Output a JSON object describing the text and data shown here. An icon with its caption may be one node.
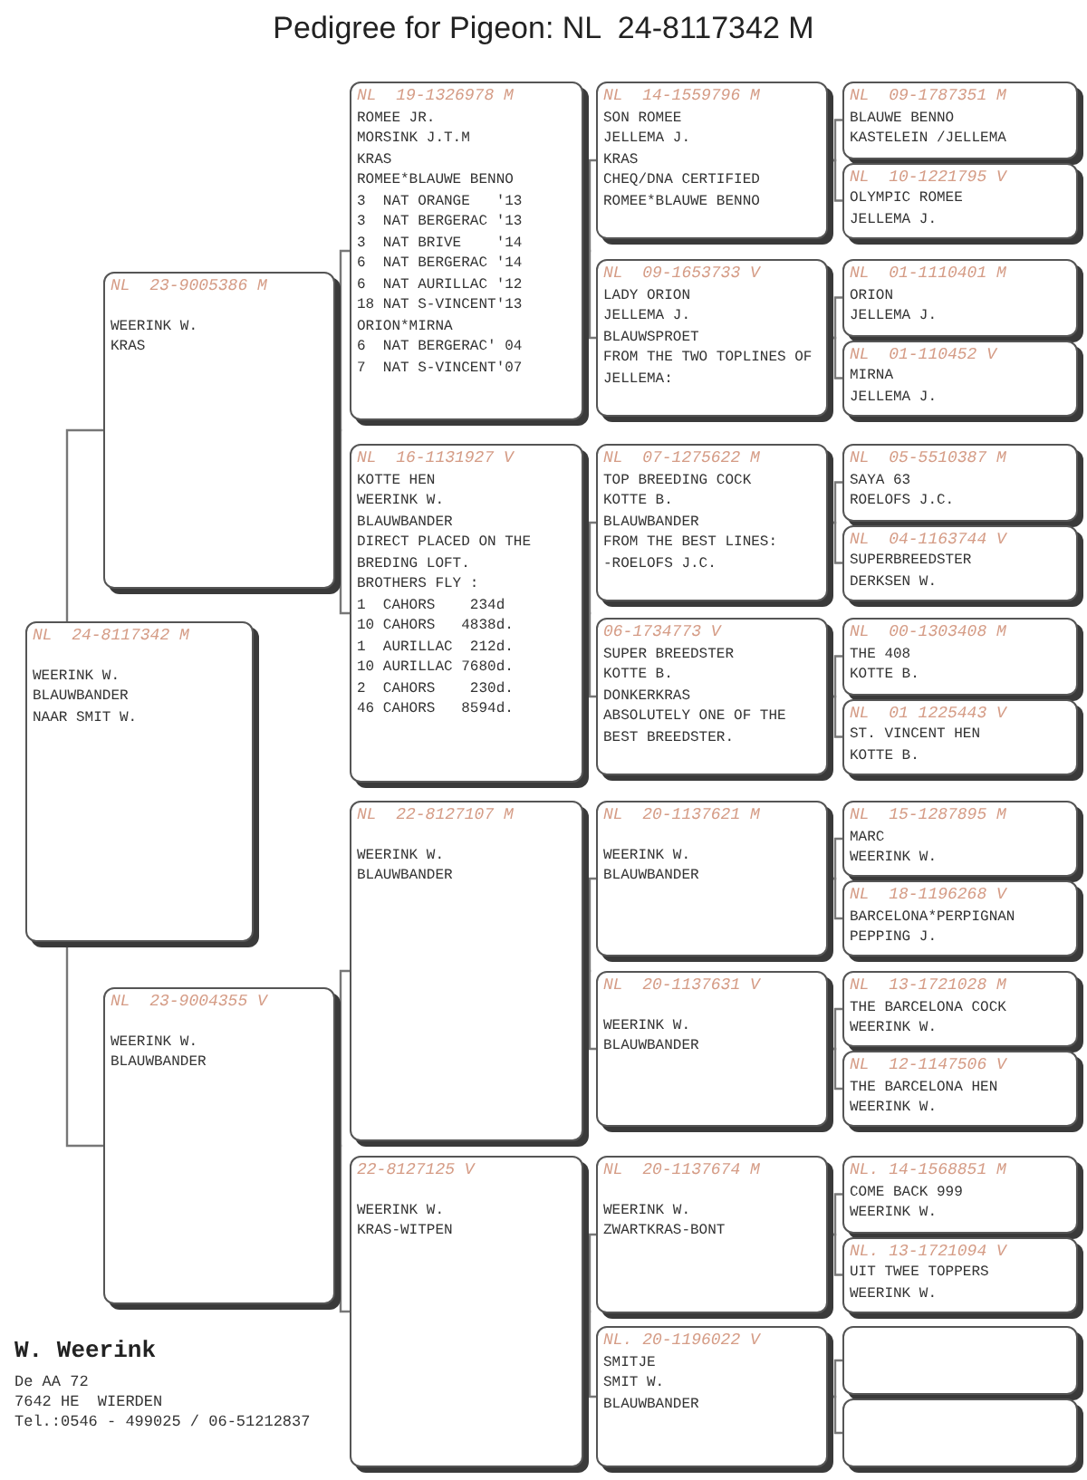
{
  "diagram": {
    "title": "Pedigree for Pigeon: NL  24-8117342 M",
    "nodes": [
      {
        "text": [
          "NL  24-8117342 M",
          "WEERINK W.",
          "BLAUWBANDER",
          "NAAR SMIT W."
        ]
      },
      {
        "text": [
          "NL  23-9005386 M",
          "WEERINK W.",
          "KRAS"
        ]
      },
      {
        "text": [
          "NL  23-9004355 V",
          "WEERINK W.",
          "BLAUWBANDER"
        ]
      },
      {
        "text": [
          "NL  19-1326978 M",
          "ROMEE JR.",
          "MORSINK J.T.M",
          "KRAS",
          "ROMEE*BLAUWE BENNO",
          "3  NAT ORANGE   '13",
          "3  NAT BERGERAC '13",
          "3  NAT BRIVE    '14",
          "6  NAT BERGERAC '14",
          "6  NAT AURILLAC '12",
          "18 NAT S-VINCENT'13",
          "ORION*MIRNA",
          "6  NAT BERGERAC' 04",
          "7  NAT S-VINCENT'07"
        ]
      },
      {
        "text": [
          "NL  16-1131927 V",
          "KOTTE HEN",
          "WEERINK W.",
          "BLAUWBANDER",
          "DIRECT PLACED ON THE BREDING LOFT.",
          "BROTHERS FLY :",
          "1  CAHORS    234d",
          "10 CAHORS   4838d.",
          "1  AURILLAC  212d.",
          "10 AURILLAC 7680d.",
          "2  CAHORS    230d.",
          "46 CAHORS   8594d."
        ]
      },
      {
        "text": [
          "NL  22-8127107 M",
          "WEERINK W.",
          "BLAUWBANDER"
        ]
      },
      {
        "text": [
          "22-8127125 V",
          "WEERINK W.",
          "KRAS-WITPEN"
        ]
      },
      {
        "text": [
          "NL  14-1559796 M",
          "SON ROMEE",
          "JELLEMA J.",
          "KRAS",
          "CHEQ/DNA CERTIFIED",
          "ROMEE*BLAUWE BENNO"
        ]
      },
      {
        "text": [
          "NL  09-1653733 V",
          "LADY ORION",
          "JELLEMA J.",
          "BLAUWSPROET",
          "FROM THE TWO TOPLINES OF JELLEMA:"
        ]
      },
      {
        "text": [
          "NL  07-1275622 M",
          "TOP BREEDING COCK",
          "KOTTE B.",
          "BLAUWBANDER",
          "FROM THE BEST LINES:",
          "-ROELOFS J.C."
        ]
      },
      {
        "text": [
          "06-1734773 V",
          "SUPER BREEDSTER",
          "KOTTE B.",
          "DONKERKRAS",
          "ABSOLUTELY ONE OF THE BEST BREEDSTER."
        ]
      },
      {
        "text": [
          "NL  20-1137621 M",
          "WEERINK W.",
          "BLAUWBANDER"
        ]
      },
      {
        "text": [
          "NL  20-1137631 V",
          "WEERINK W.",
          "BLAUWBANDER"
        ]
      },
      {
        "text": [
          "NL  20-1137674 M",
          "WEERINK W.",
          "ZWARTKRAS-BONT"
        ]
      },
      {
        "text": [
          "NL. 20-1196022 V",
          "SMITJE",
          "SMIT W.",
          "BLAUWBANDER"
        ]
      },
      {
        "text": [
          "NL  09-1787351 M",
          "BLAUWE BENNO",
          "KASTELEIN /JELLEMA"
        ]
      },
      {
        "text": [
          "NL  10-1221795 V",
          "OLYMPIC ROMEE",
          "JELLEMA J."
        ]
      },
      {
        "text": [
          "NL  01-1110401 M",
          "ORION",
          "JELLEMA J."
        ]
      },
      {
        "text": [
          "NL  01-110452 V",
          "MIRNA",
          "JELLEMA J."
        ]
      },
      {
        "text": [
          "NL  05-5510387 M",
          "SAYA 63",
          "ROELOFS J.C."
        ]
      },
      {
        "text": [
          "NL  04-1163744 V",
          "SUPERBREEDSTER",
          "DERKSEN W."
        ]
      },
      {
        "text": [
          "NL  00-1303408 M",
          "THE 408",
          "KOTTE B."
        ]
      },
      {
        "text": [
          "NL  01 1225443 V",
          "ST. VINCENT HEN",
          "KOTTE B."
        ]
      },
      {
        "text": [
          "NL  15-1287895 M",
          "MARC",
          "WEERINK W."
        ]
      },
      {
        "text": [
          "NL  18-1196268 V",
          "BARCELONA*PERPIGNAN",
          "PEPPING J."
        ]
      },
      {
        "text": [
          "NL  13-1721028 M",
          "THE BARCELONA COCK",
          "WEERINK W."
        ]
      },
      {
        "text": [
          "NL  12-1147506 V",
          "THE BARCELONA HEN",
          "WEERINK W."
        ]
      },
      {
        "text": [
          "NL. 14-1568851 M",
          "COME BACK 999",
          "WEERINK W."
        ]
      },
      {
        "text": [
          "NL. 13-1721094 V",
          "UIT TWEE TOPPERS",
          "WEERINK W."
        ]
      },
      {
        "text": [],
        "shape": "box"
      },
      {
        "text": [],
        "shape": "box"
      }
    ],
    "edges": [
      {
        "from": 0,
        "to": 1,
        "arrow": "none"
      },
      {
        "from": 0,
        "to": 2,
        "arrow": "none"
      },
      {
        "from": 1,
        "to": 3,
        "arrow": "none"
      },
      {
        "from": 1,
        "to": 4,
        "arrow": "none"
      },
      {
        "from": 2,
        "to": 5,
        "arrow": "none"
      },
      {
        "from": 2,
        "to": 6,
        "arrow": "none"
      },
      {
        "from": 3,
        "to": 7,
        "arrow": "none"
      },
      {
        "from": 3,
        "to": 8,
        "arrow": "none"
      },
      {
        "from": 4,
        "to": 9,
        "arrow": "none"
      },
      {
        "from": 4,
        "to": 10,
        "arrow": "none"
      },
      {
        "from": 5,
        "to": 11,
        "arrow": "none"
      },
      {
        "from": 5,
        "to": 12,
        "arrow": "none"
      },
      {
        "from": 6,
        "to": 13,
        "arrow": "none"
      },
      {
        "from": 6,
        "to": 14,
        "arrow": "none"
      },
      {
        "from": 7,
        "to": 15,
        "arrow": "none"
      },
      {
        "from": 7,
        "to": 16,
        "arrow": "none"
      },
      {
        "from": 8,
        "to": 17,
        "arrow": "none"
      },
      {
        "from": 8,
        "to": 18,
        "arrow": "none"
      },
      {
        "from": 9,
        "to": 19,
        "arrow": "none"
      },
      {
        "from": 9,
        "to": 20,
        "arrow": "none"
      },
      {
        "from": 10,
        "to": 21,
        "arrow": "none"
      },
      {
        "from": 10,
        "to": 22,
        "arrow": "none"
      },
      {
        "from": 11,
        "to": 23,
        "arrow": "none"
      },
      {
        "from": 11,
        "to": 24,
        "arrow": "none"
      },
      {
        "from": 12,
        "to": 25,
        "arrow": "none"
      },
      {
        "from": 12,
        "to": 26,
        "arrow": "none"
      },
      {
        "from": 13,
        "to": 27,
        "arrow": "none"
      },
      {
        "from": 13,
        "to": 28,
        "arrow": "none"
      },
      {
        "from": 14,
        "to": 29,
        "arrow": "none"
      },
      {
        "from": 14,
        "to": 30,
        "arrow": "none"
      }
    ],
    "labels": [
      "W. Weerink",
      "De AA 72",
      "7642 HE  WIERDEN",
      "Tel.:0546 - 499025 / 06-51212837"
    ]
  }
}
